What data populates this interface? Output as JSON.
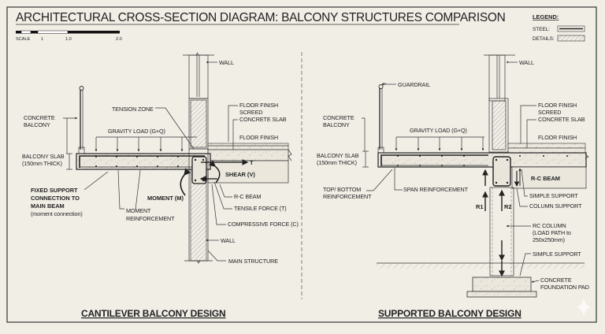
{
  "title": "ARCHITECTURAL CROSS-SECTION DIAGRAM: BALCONY STRUCTURES COMPARISON",
  "scale": {
    "label": "SCALE",
    "ticks": [
      "1",
      "1.0",
      "2.0"
    ]
  },
  "legend": {
    "heading": "LEGEND:",
    "steel": "STEEL:",
    "details": "DETAILS:"
  },
  "colors": {
    "paper": "#f1eee6",
    "ink": "#222222",
    "hatch": "#8a8a8a",
    "concrete": "#e4e0d6"
  },
  "left": {
    "caption": "CANTILEVER BALCONY DESIGN",
    "labels": {
      "concrete_balcony_1": "CONCRETE",
      "concrete_balcony_2": "BALCONY",
      "tension_zone": "TENSION ZONE",
      "gravity_load": "GRAVITY LOAD (G+Q)",
      "wall_top": "WALL",
      "floor_finish": "FLOOR FINISH",
      "screed": "SCREED",
      "concrete_slab": "CONCRETE SLAB",
      "floor_finish_2": "FLOOR FINISH",
      "balcony_slab_1": "BALCONY SLAB",
      "balcony_slab_2": "(150mm THICK)",
      "tension_t": "T",
      "shear": "SHEAR (V)",
      "moment": "MOMENT (M)",
      "rc_beam": "R-C BEAM",
      "tensile_force": "TENSILE FORCE (T)",
      "compressive_force": "COMPRESSIVE FORCE (C)",
      "fixed_support_1": "FIXED SUPPORT",
      "fixed_support_2": "CONNECTION TO",
      "fixed_support_3": "MAIN BEAM",
      "fixed_support_4": "(moment connection)",
      "moment_reinf_1": "MOMENT",
      "moment_reinf_2": "REINFORCEMENT",
      "wall_bottom": "WALL",
      "main_structure": "MAIN STRUCTURE"
    }
  },
  "right": {
    "caption": "SUPPORTED BALCONY DESIGN",
    "labels": {
      "wall_top": "WALL",
      "guardrail": "GUARDRAIL",
      "concrete_balcony_1": "CONCRETE",
      "concrete_balcony_2": "BALCONY",
      "floor_finish": "FLOOR FINISH",
      "screed": "SCREED",
      "concrete_slab": "CONCRETE SLAB",
      "gravity_load": "GRAVITY LOAD (G+Q)",
      "floor_finish_2": "FLOOR FINISH",
      "balcony_slab_1": "BALCONY SLAB",
      "balcony_slab_2": "(150mm THICK)",
      "rc_beam": "R-C BEAM",
      "top_bottom_1": "TOP/ BOTTOM",
      "top_bottom_2": "REINFORCEMENT",
      "span_reinf": "SPAN REINFORCEMENT",
      "simple_support": "SIMPLE SUPPORT",
      "column_support": "COLUMN SUPPORT",
      "r1": "R1",
      "r2": "R2",
      "rc_column_1": "RC COLUMN",
      "rc_column_2": "(LOAD PATH to",
      "rc_column_3": "250x250mm)",
      "simple_support_2": "SIMPLE SUPPORT",
      "foundation_1": "CONCRETE",
      "foundation_2": "FOUNDATION PAD"
    }
  }
}
